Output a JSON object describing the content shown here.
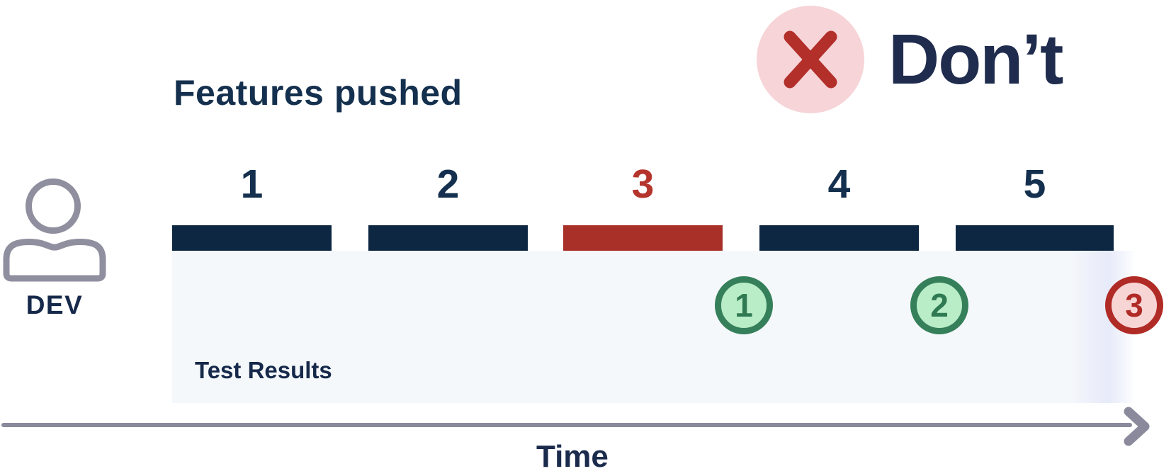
{
  "header": {
    "features_label": "Features pushed"
  },
  "badge": {
    "label": "Don’t",
    "icon": "x-icon"
  },
  "dev": {
    "label": "DEV",
    "icon": "person-icon"
  },
  "features": [
    {
      "label": "1",
      "status": "ok"
    },
    {
      "label": "2",
      "status": "ok"
    },
    {
      "label": "3",
      "status": "failed"
    },
    {
      "label": "4",
      "status": "ok"
    },
    {
      "label": "5",
      "status": "ok"
    }
  ],
  "test_results": {
    "label": "Test Results",
    "markers": [
      {
        "label": "1",
        "status": "pass"
      },
      {
        "label": "2",
        "status": "pass"
      },
      {
        "label": "3",
        "status": "fail"
      }
    ]
  },
  "time_axis": {
    "label": "Time"
  },
  "colors": {
    "bar_navy": "#0d2743",
    "bar_red": "#a93028",
    "number_navy": "#14304e",
    "number_red": "#b5352c",
    "heading_navy": "#16294a",
    "dont_navy": "#202c4e",
    "badge_pink": "#f6d4d8",
    "x_red": "#b22f2a",
    "pass_fill": "#b9edc8",
    "pass_stroke": "#35805a",
    "fail_fill": "#f8d5d5",
    "fail_stroke": "#b02a26",
    "axis_gray": "#8a8a9c",
    "panel_bg": "#f5f8fb"
  }
}
